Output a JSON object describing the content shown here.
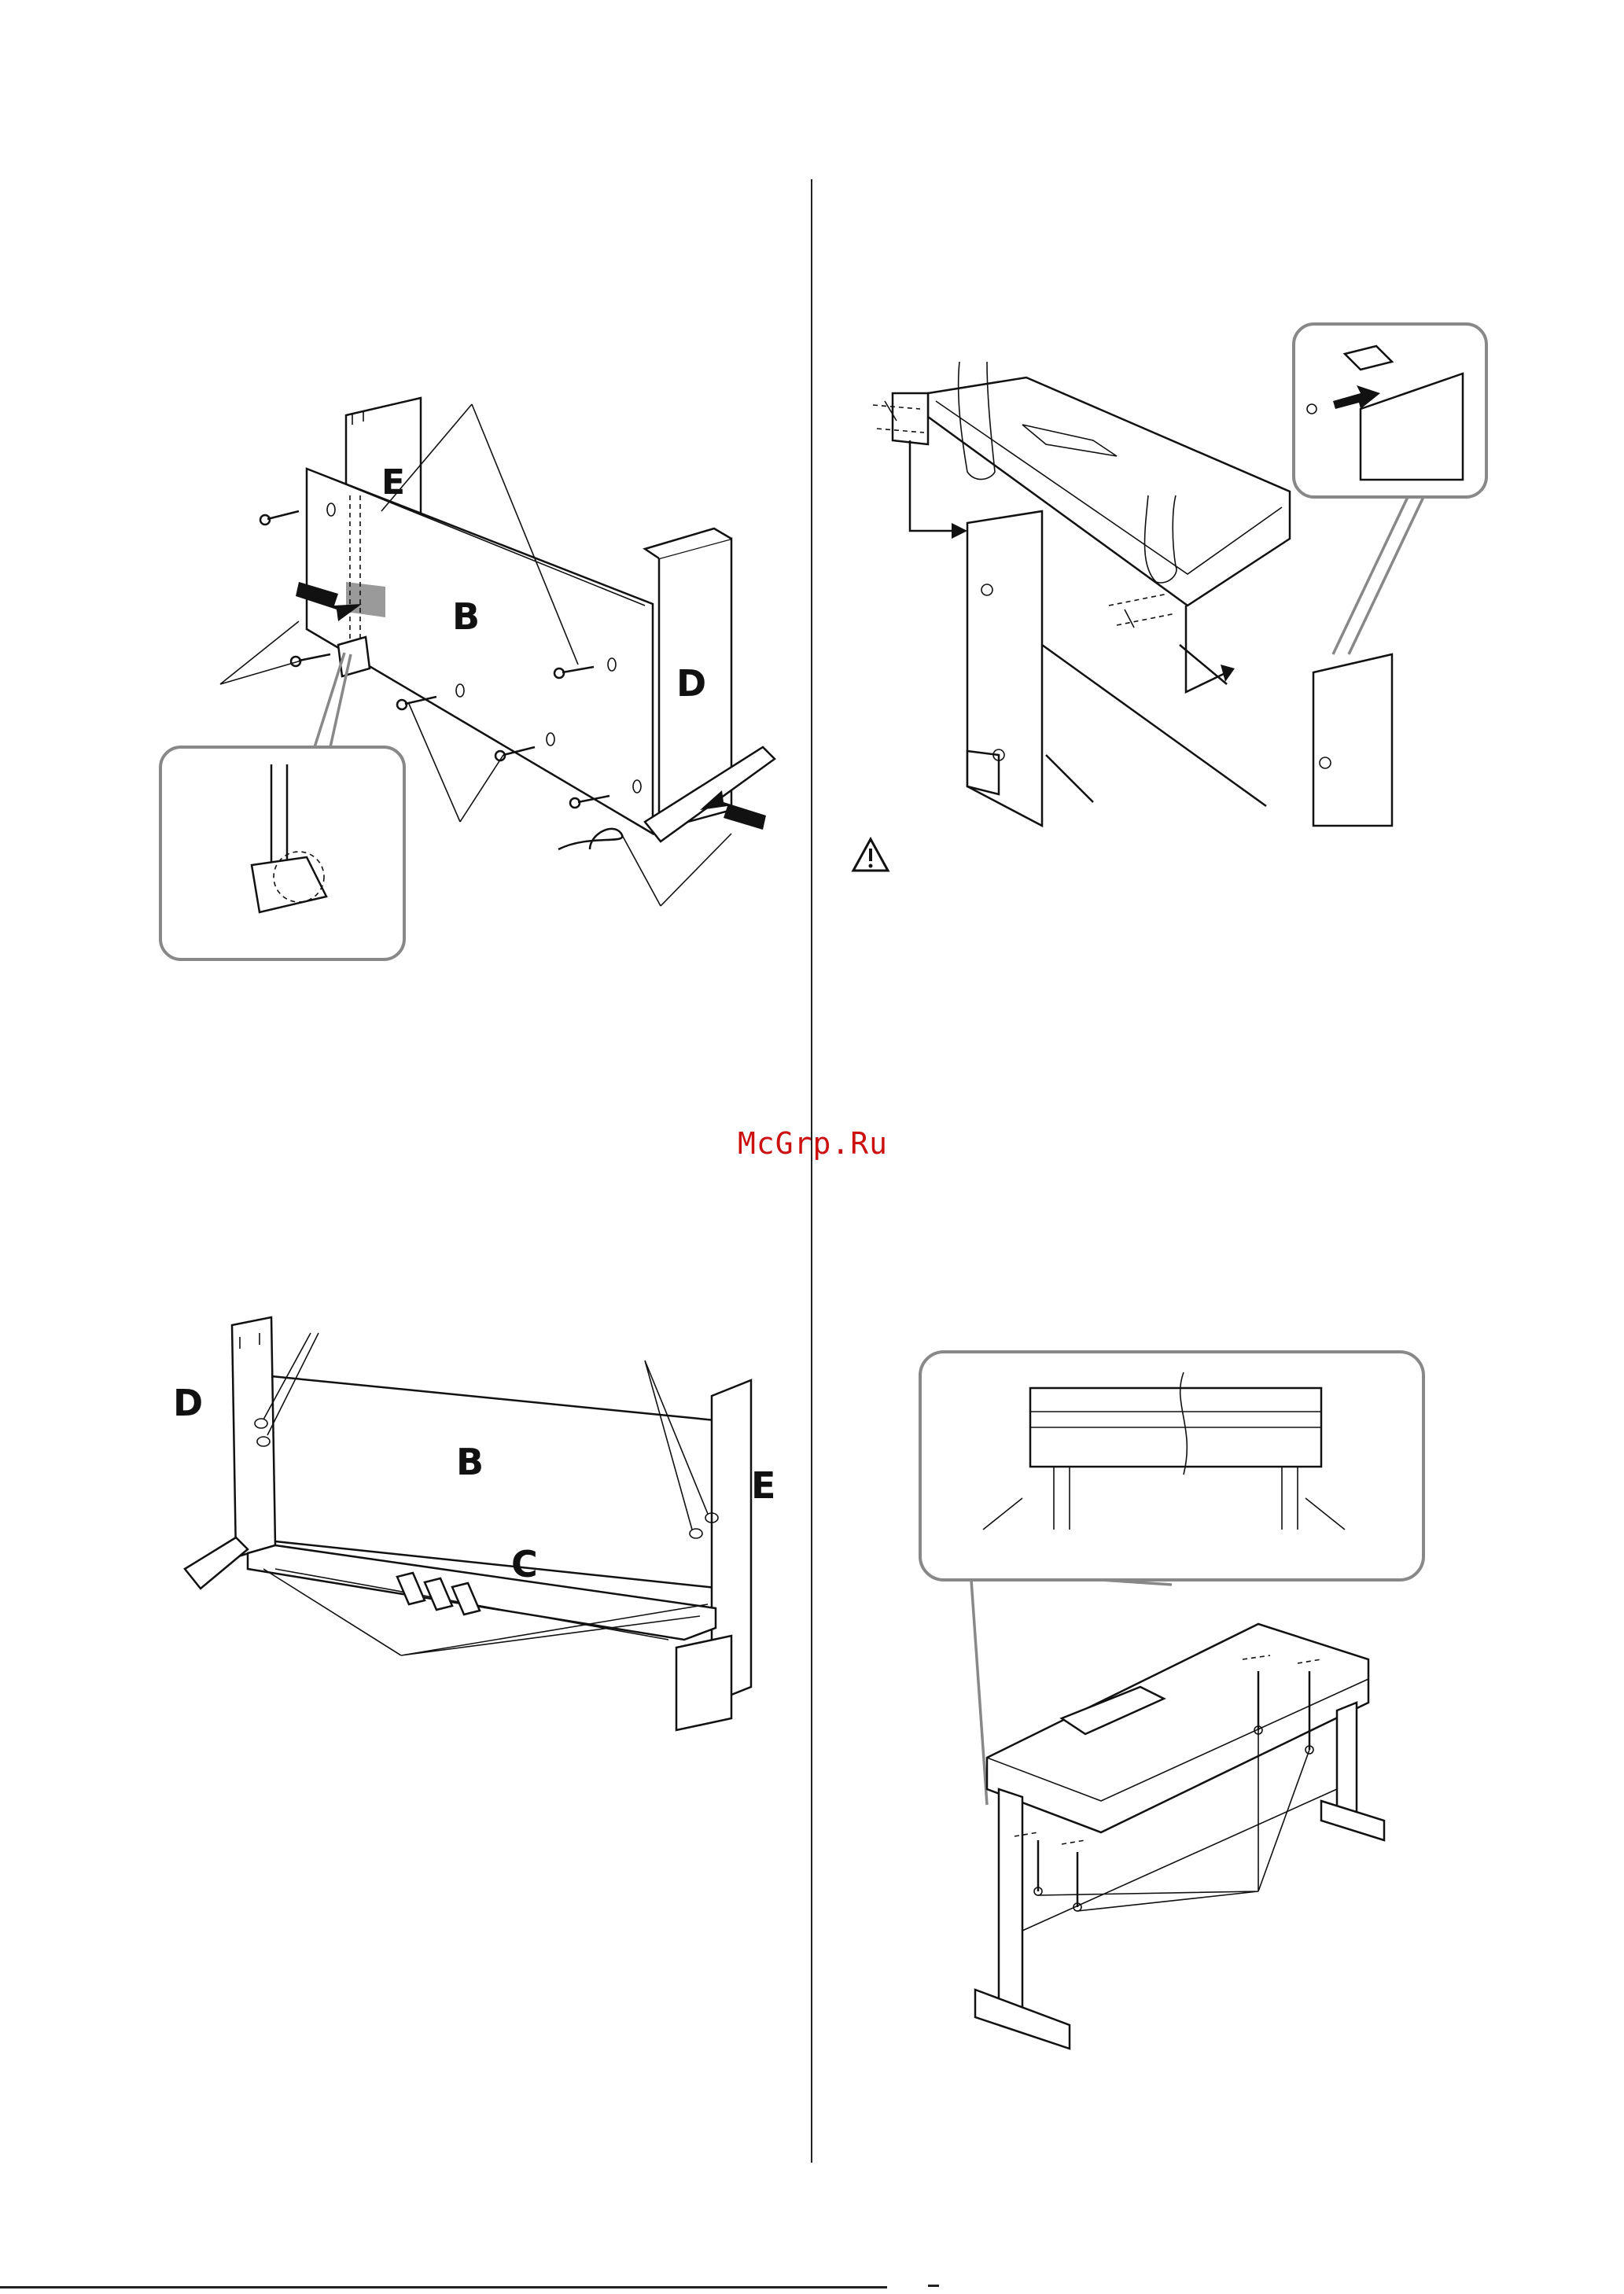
{
  "figure1": {
    "labels": {
      "e": "E",
      "b": "B",
      "d": "D"
    }
  },
  "figure2": {
    "labels": {}
  },
  "figure3": {
    "labels": {
      "d": "D",
      "b": "B",
      "e": "E",
      "c": "C"
    }
  },
  "figure4": {
    "labels": {}
  },
  "watermark": {
    "text": "McGrp.Ru",
    "color": "#cc1111"
  },
  "icons": {
    "caution": "warning-triangle-icon"
  }
}
